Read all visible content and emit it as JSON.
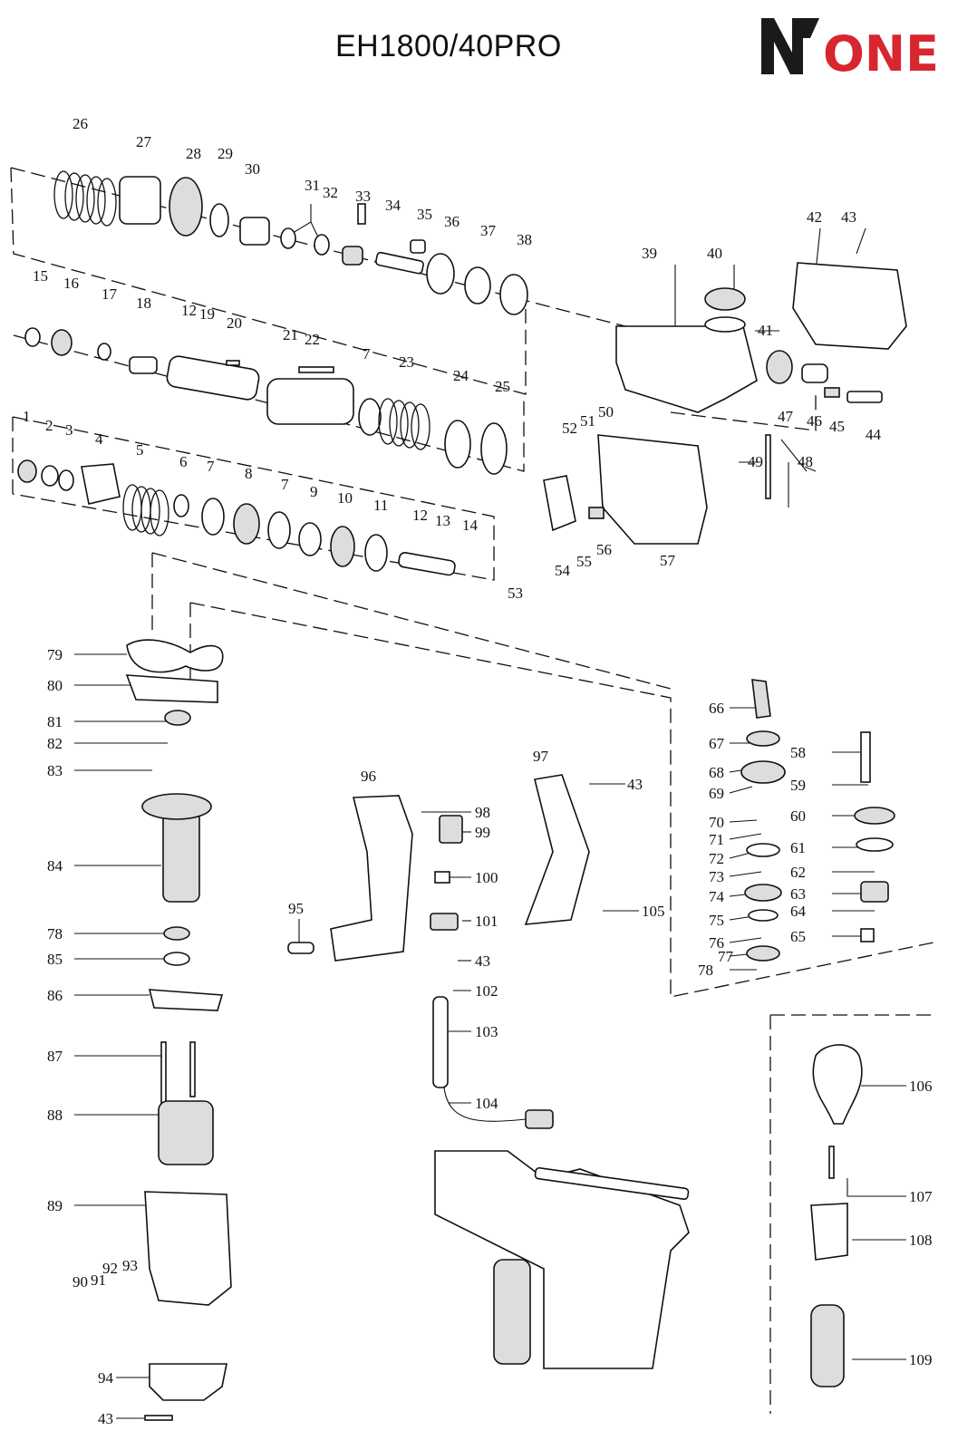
{
  "title": "EH1800/40PRO",
  "brand": {
    "logo_text": "ONE",
    "colors": {
      "mark": "#1a1a1a",
      "text": "#d7262e"
    }
  },
  "labels": [
    "1",
    "2",
    "3",
    "4",
    "5",
    "6",
    "7",
    "8",
    "7",
    "9",
    "10",
    "11",
    "12",
    "13",
    "14",
    "15",
    "16",
    "17",
    "18",
    "12",
    "19",
    "20",
    "21",
    "22",
    "7",
    "23",
    "24",
    "25",
    "26",
    "27",
    "28",
    "29",
    "30",
    "31",
    "32",
    "33",
    "34",
    "35",
    "36",
    "37",
    "38",
    "39",
    "40",
    "41",
    "42",
    "43",
    "44",
    "45",
    "46",
    "47",
    "48",
    "49",
    "50",
    "51",
    "52",
    "53",
    "54",
    "55",
    "56",
    "57",
    "58",
    "59",
    "60",
    "61",
    "62",
    "63",
    "64",
    "65",
    "66",
    "67",
    "68",
    "69",
    "70",
    "71",
    "72",
    "73",
    "74",
    "75",
    "76",
    "77",
    "78",
    "79",
    "80",
    "81",
    "82",
    "83",
    "84",
    "78",
    "85",
    "86",
    "87",
    "88",
    "89",
    "90",
    "91",
    "92",
    "93",
    "94",
    "43",
    "95",
    "96",
    "97",
    "43",
    "98",
    "99",
    "100",
    "101",
    "43",
    "102",
    "103",
    "104",
    "105",
    "106",
    "107",
    "108",
    "109"
  ]
}
